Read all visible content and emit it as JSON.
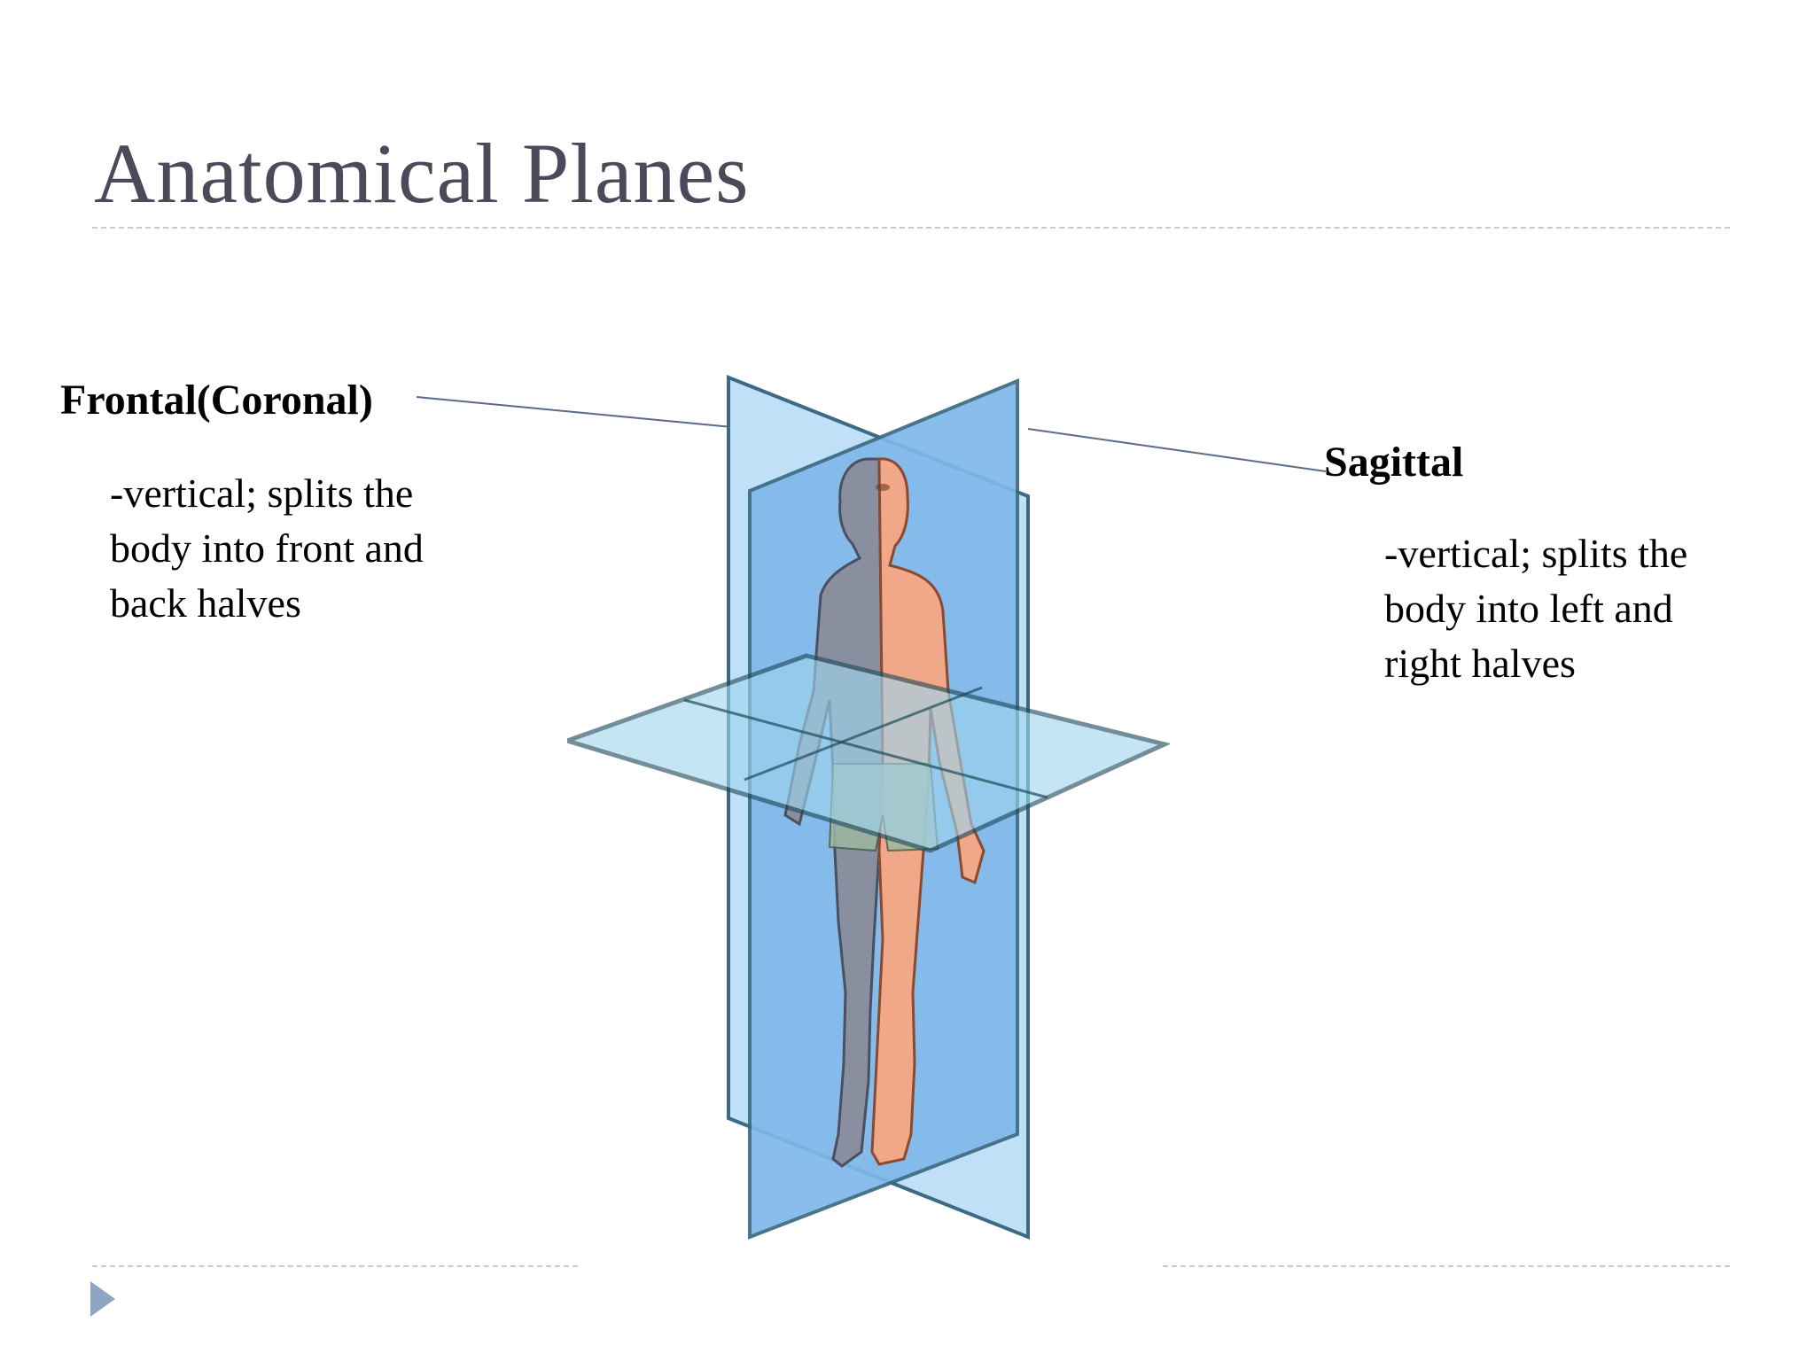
{
  "slide": {
    "title": "Anatomical Planes",
    "frontal": {
      "label": "Frontal(Coronal)",
      "description_lines": [
        "-vertical; splits the",
        "body into front and",
        "back halves"
      ]
    },
    "sagittal": {
      "label": "Sagittal",
      "description_lines": [
        "-vertical; splits the",
        "body into left and",
        "right halves"
      ]
    }
  },
  "colors": {
    "title": "#4a4a5a",
    "rule": "#c2cbd6",
    "bullet": "#8fa4c2",
    "plane_blue": "#7fb8ea",
    "plane_light": "#bfe0f6",
    "skin": "#f0a888",
    "shadow_side": "#8a8fa0"
  },
  "icons": {
    "figure": "human-body-anatomical-planes-illustration",
    "bullet": "triangle-bullet-icon"
  }
}
